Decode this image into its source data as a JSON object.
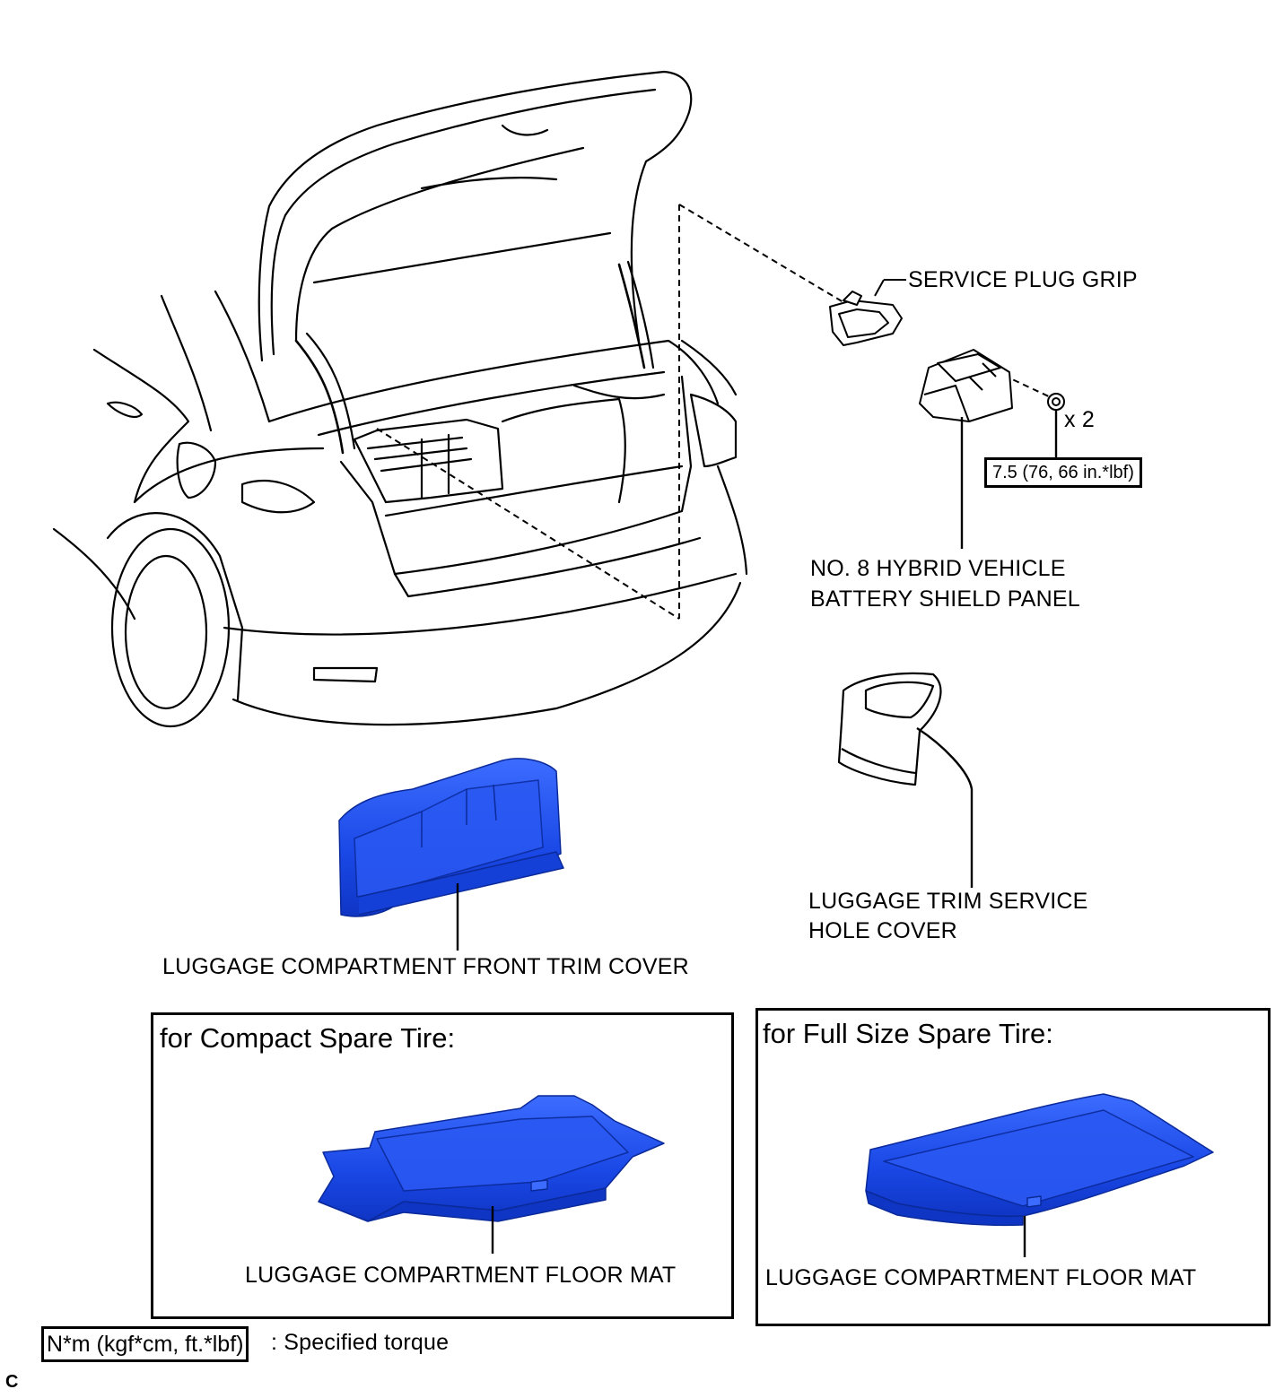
{
  "labels": {
    "service_plug_grip": "SERVICE PLUG GRIP",
    "quantity": "x 2",
    "shield_panel_line1": "NO. 8 HYBRID VEHICLE",
    "shield_panel_line2": "BATTERY SHIELD PANEL",
    "service_hole_cover_line1": "LUGGAGE TRIM SERVICE",
    "service_hole_cover_line2": "HOLE COVER",
    "front_trim_cover": "LUGGAGE COMPARTMENT FRONT TRIM COVER"
  },
  "torque": {
    "value": "7.5 (76, 66 in.*lbf)"
  },
  "variants": [
    {
      "title": "for Compact Spare Tire:",
      "part": "LUGGAGE COMPARTMENT FLOOR MAT"
    },
    {
      "title": "for Full Size Spare Tire:",
      "part": "LUGGAGE COMPARTMENT FLOOR MAT"
    }
  ],
  "legend": {
    "unit_key": "N*m (kgf*cm, ft.*lbf)",
    "description": ": Specified torque"
  },
  "corner_code": "C",
  "colors": {
    "part_highlight": "#1f4fe8",
    "line": "#000000"
  }
}
